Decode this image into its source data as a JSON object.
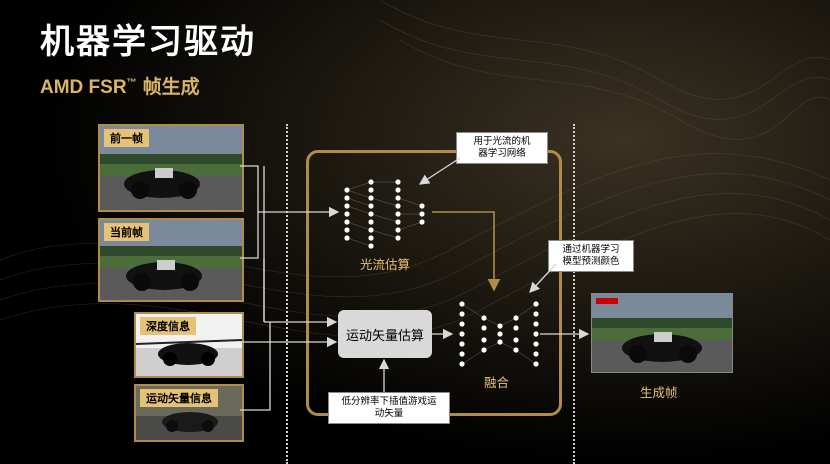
{
  "header": {
    "top_note": "",
    "title": "机器学习驱动",
    "subtitle_prefix": "AMD FSR",
    "subtitle_tm": "™",
    "subtitle_suffix": "帧生成"
  },
  "inputs": {
    "prev_frame": "前一帧",
    "current_frame": "当前帧",
    "depth_info": "深度信息",
    "motion_vector_info": "运动矢量信息"
  },
  "process": {
    "optical_flow_label": "光流估算",
    "optical_flow_callout": [
      "用于光流的机",
      "器学习网络"
    ],
    "motion_estimation": "运动矢量估算",
    "low_res_callout": [
      "低分辨率下插值游戏运",
      "动矢量"
    ],
    "fusion_label": "融合",
    "color_callout": [
      "通过机器学习",
      "模型预测颜色"
    ]
  },
  "output": {
    "generated_frame": "生成帧"
  },
  "colors": {
    "gold": "#b08c4a",
    "label_gold": "#e6c276",
    "arrow": "#d8d8d8"
  }
}
